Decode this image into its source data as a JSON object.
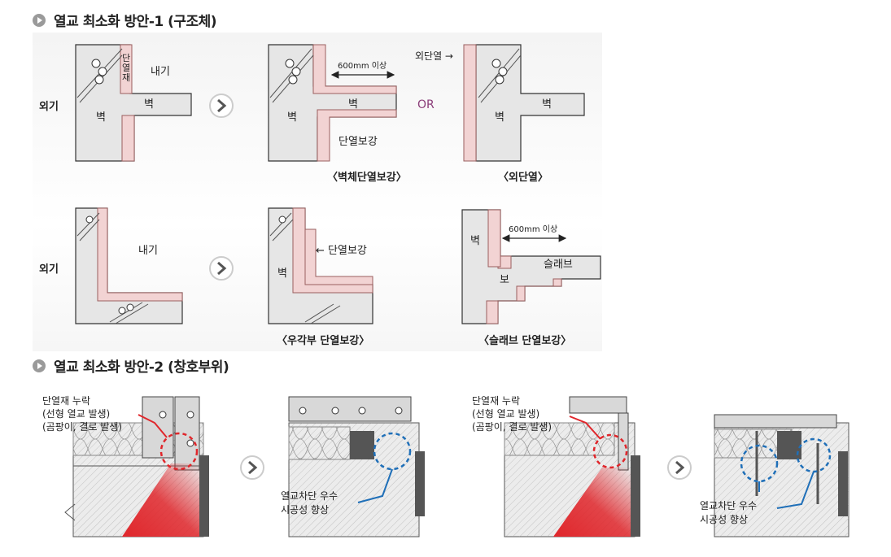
{
  "section1": {
    "title": "열교 최소화 방안-1 (구조체)",
    "row1": {
      "outside": "외기",
      "inside": "내기",
      "insulation_vertical": "단열재",
      "wall": "벽",
      "wall2": "벽",
      "distance": "600mm 이상",
      "wall3": "벽",
      "wall4": "벽",
      "reinforce": "단열보강",
      "or": "OR",
      "ext_insulation": "외단열 →",
      "wall5": "벽",
      "wall6": "벽",
      "caption1": "〈벽체단열보강〉",
      "caption2": "〈외단열〉"
    },
    "row2": {
      "outside": "외기",
      "inside": "내기",
      "reinforce": "← 단열보강",
      "wall": "벽",
      "wall2": "벽",
      "distance": "600mm 이상",
      "slab": "슬래브",
      "beam": "보",
      "caption1": "〈우각부 단열보강〉",
      "caption2": "〈슬래브 단열보강〉"
    }
  },
  "section2": {
    "title": "열교 최소화 방안-2 (창호부위)",
    "defect_1": "단열재 누락",
    "defect_2": "(선형 열교 발생)",
    "defect_3": "(곰팡이, 결로 발생)",
    "improve_1": "열교차단 우수",
    "improve_2": "시공성 향상",
    "defect_b_1": "단열재 누락",
    "defect_b_2": "(선형 열교 발생)",
    "defect_b_3": "(곰팡이, 결로 발생)",
    "improve_b_1": "열교차단 우수",
    "improve_b_2": "시공성 향상"
  },
  "colors": {
    "insulation": "#f2d3d3",
    "insulation_stroke": "#9a5f5f",
    "wall": "#e6e6e6",
    "arrow_circle": "#555555",
    "or_text": "#8a3c78",
    "defect_red": "#e0262b",
    "improve_blue": "#1f6fb8"
  }
}
